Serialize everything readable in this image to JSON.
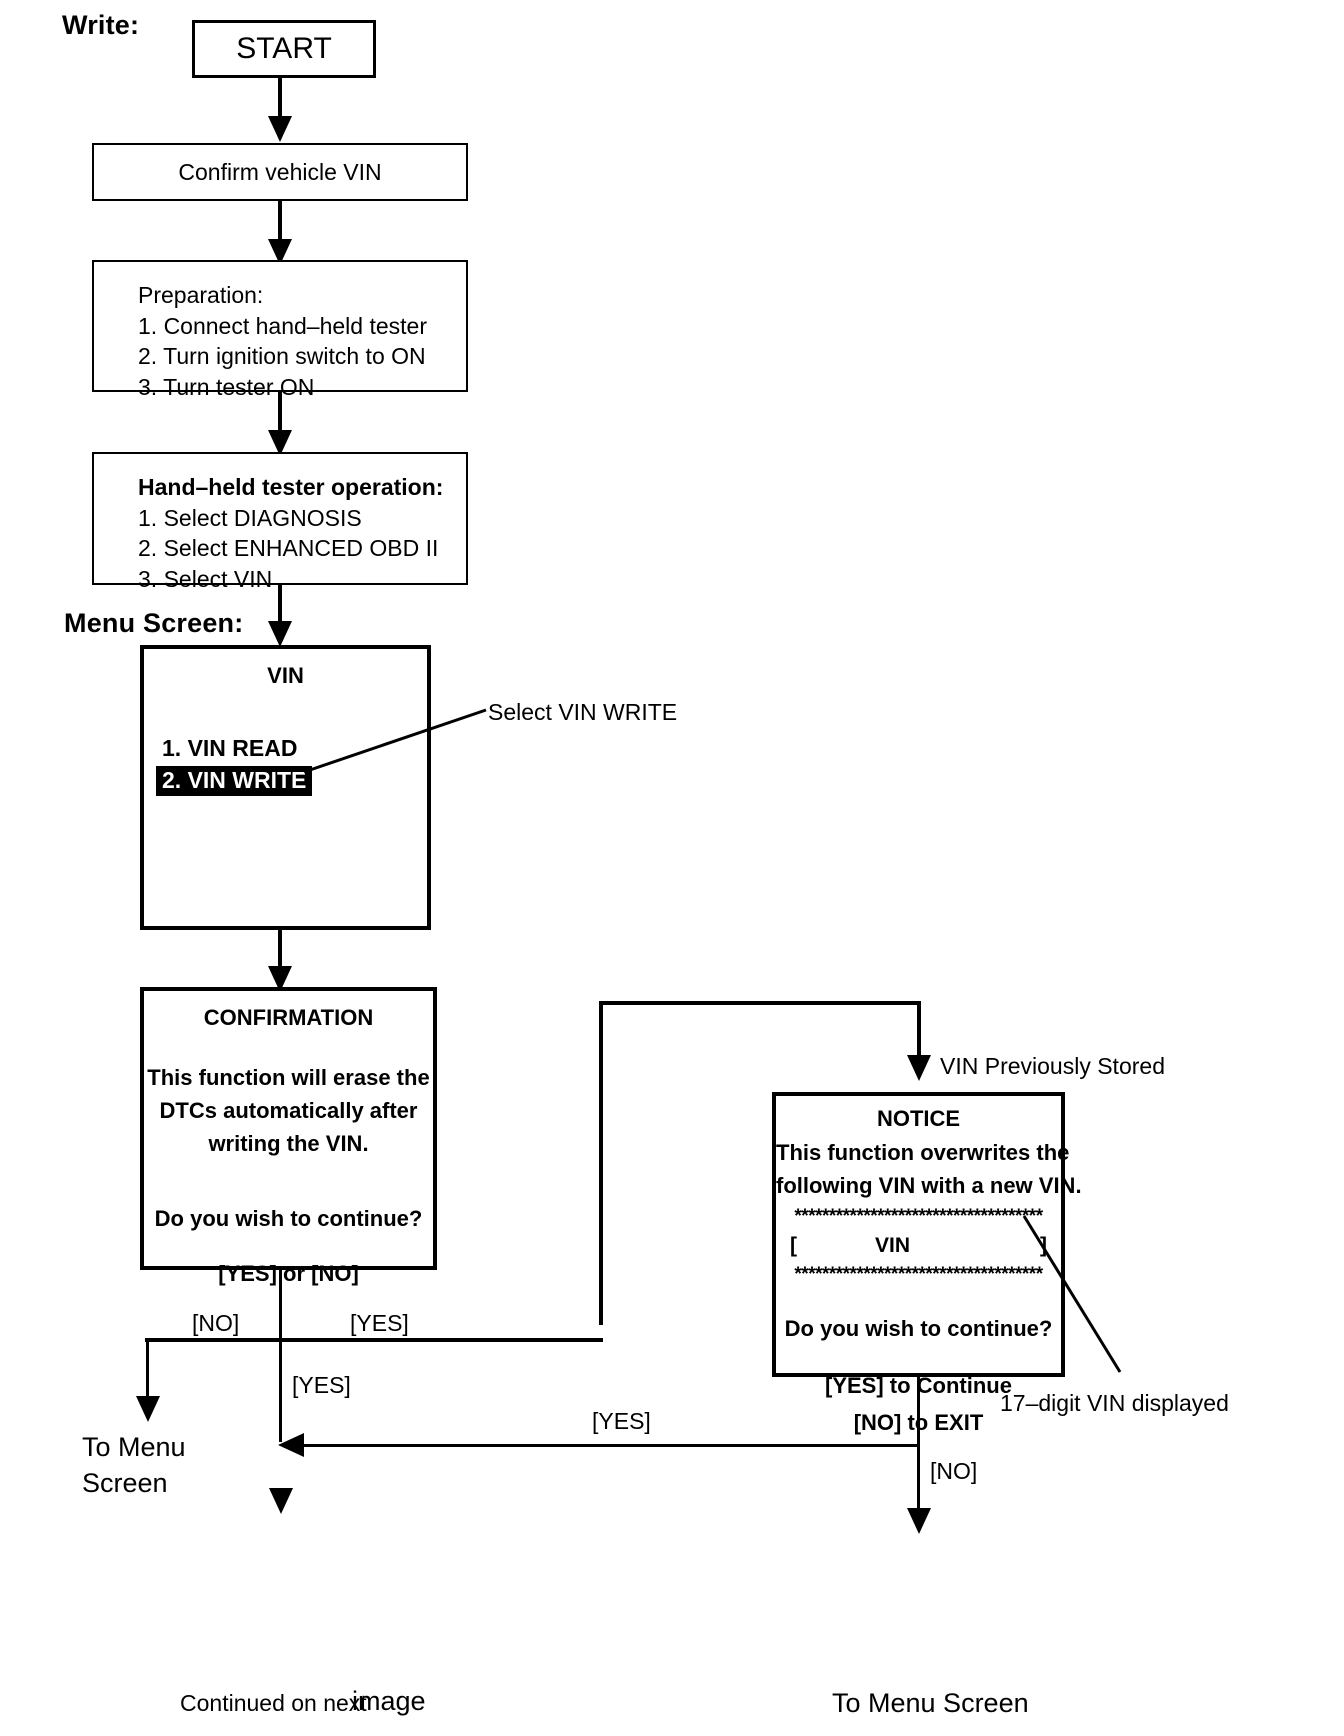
{
  "diagram": {
    "title_label": "Write:",
    "menu_screen_label": "Menu Screen:"
  },
  "nodes": {
    "start": {
      "label": "START"
    },
    "confirm_vin": {
      "label": "Confirm vehicle VIN"
    },
    "preparation": {
      "heading": "Preparation:",
      "steps": [
        "1. Connect hand–held tester",
        "2. Turn ignition switch to ON",
        "3. Turn tester ON"
      ]
    },
    "tester_operation": {
      "heading": "Hand–held tester operation:",
      "steps": [
        "1. Select DIAGNOSIS",
        "2. Select ENHANCED OBD II",
        "3. Select VIN"
      ]
    },
    "vin_menu_screen": {
      "title": "VIN",
      "items": [
        {
          "label": "1. VIN READ",
          "selected": false
        },
        {
          "label": "2. VIN WRITE",
          "selected": true
        }
      ]
    },
    "confirmation_screen": {
      "title": "CONFIRMATION",
      "body": [
        "This function will erase the",
        "DTCs automatically after",
        "writing the VIN."
      ],
      "question": "Do you wish to continue?",
      "choices": "[YES] or [NO]"
    },
    "notice_screen": {
      "title": "NOTICE",
      "body": [
        "This function overwrites the",
        "following VIN with a new VIN."
      ],
      "divider": "************************************",
      "vin_bracket_left": "[",
      "vin_value": "VIN",
      "vin_bracket_right": "]",
      "question": "Do you wish to continue?",
      "choice_yes": "[YES] to Continue",
      "choice_no": "[NO] to EXIT"
    }
  },
  "callouts": {
    "select_vin_write": "Select VIN WRITE",
    "vin_previously_stored": "VIN Previously Stored",
    "seventeen_digit_vin": "17–digit VIN displayed"
  },
  "edges": {
    "no_left": "[NO]",
    "yes_right": "[YES]",
    "yes_down": "[YES]",
    "yes_return": "[YES]",
    "no_down": "[NO]"
  },
  "terminals": {
    "to_menu_screen_left_line1": "To Menu",
    "to_menu_screen_left_line2": "Screen",
    "continued_prefix": "Continued on next",
    "continued_suffix": "image",
    "to_menu_screen_right": "To Menu Screen"
  },
  "colors": {
    "ink": "#000000",
    "paper": "#ffffff",
    "highlight_bg": "#000000",
    "highlight_fg": "#ffffff"
  }
}
